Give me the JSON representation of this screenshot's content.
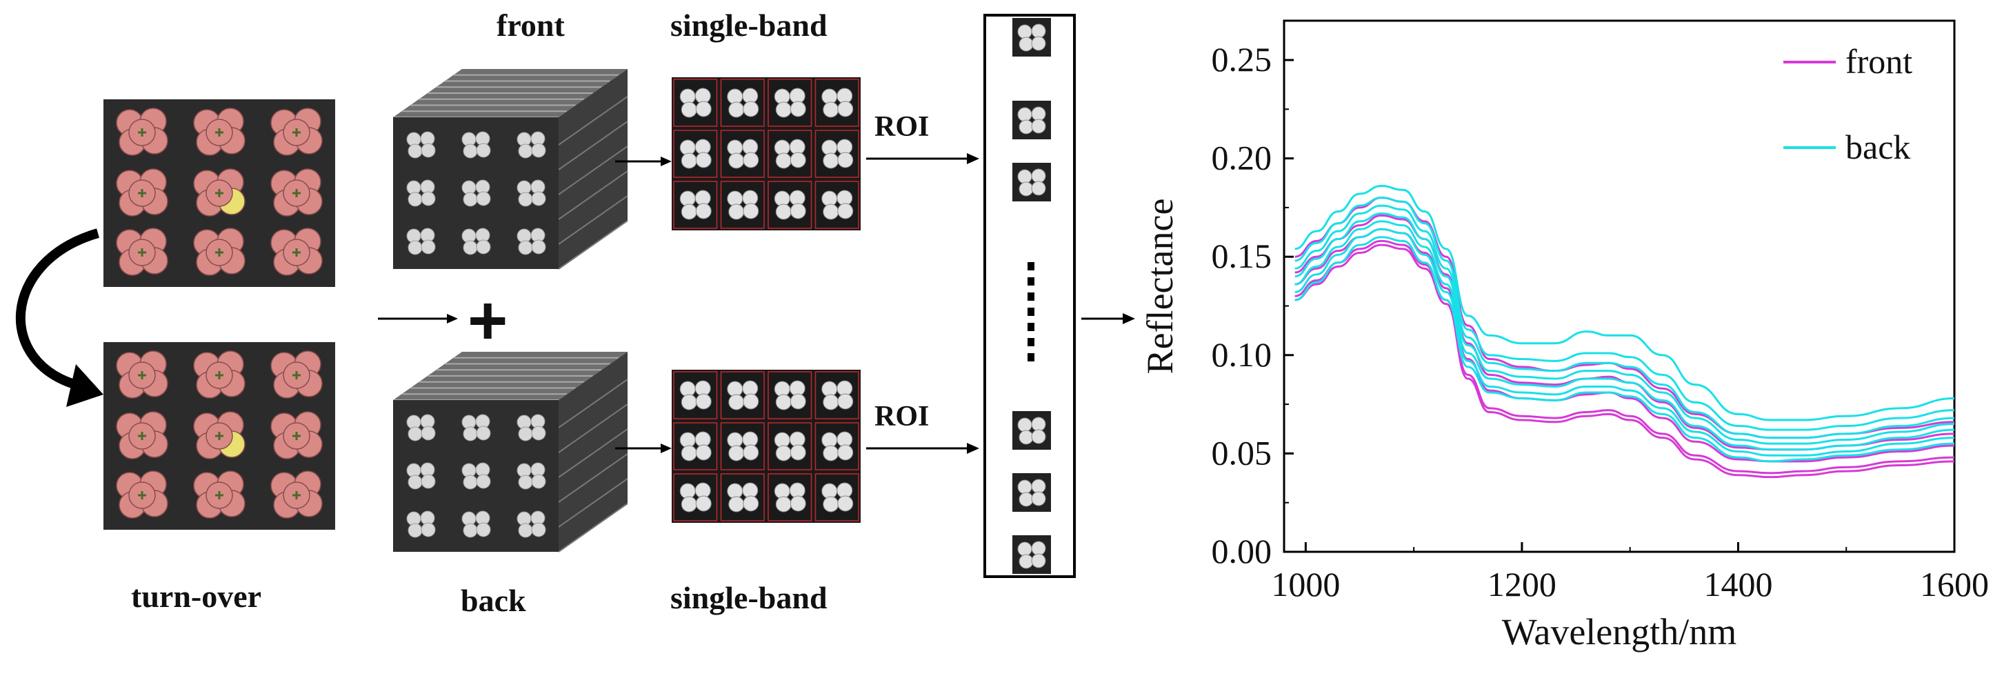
{
  "labels": {
    "turn_over": "turn-over",
    "front": "front",
    "back": "back",
    "single_band_top": "single-band",
    "single_band_bottom": "single-band",
    "roi_top": "ROI",
    "roi_bottom": "ROI",
    "plus": "+",
    "ellipsis": "⋮"
  },
  "colors": {
    "front_series": "#d63ad6",
    "back_series": "#19e0e8",
    "grape_pink": "#d98a86",
    "grape_yellow": "#e8e070",
    "background_dark": "#2b2b2b"
  },
  "chart_data": {
    "type": "line",
    "title": "",
    "xlabel": "Wavelength/nm",
    "ylabel": "Reflectance",
    "xlim": [
      980,
      1600
    ],
    "ylim": [
      0,
      0.27
    ],
    "xticks": [
      "1000",
      "1200",
      "1400",
      "1600"
    ],
    "yticks": [
      "0.00",
      "0.05",
      "0.10",
      "0.15",
      "0.20",
      "0.25"
    ],
    "legend": {
      "placement": "top-right",
      "entries": [
        "front",
        "back"
      ]
    },
    "grid": false,
    "x": [
      990,
      1010,
      1030,
      1050,
      1070,
      1090,
      1110,
      1130,
      1150,
      1170,
      1200,
      1230,
      1260,
      1280,
      1300,
      1330,
      1360,
      1400,
      1430,
      1460,
      1500,
      1550,
      1600
    ],
    "series": [
      {
        "name": "front",
        "group": "front",
        "values": [
          0.15,
          0.158,
          0.167,
          0.175,
          0.18,
          0.178,
          0.168,
          0.15,
          0.115,
          0.098,
          0.094,
          0.092,
          0.095,
          0.096,
          0.093,
          0.083,
          0.07,
          0.06,
          0.058,
          0.058,
          0.06,
          0.063,
          0.066
        ]
      },
      {
        "name": "front",
        "group": "front",
        "values": [
          0.142,
          0.15,
          0.159,
          0.166,
          0.171,
          0.169,
          0.159,
          0.141,
          0.106,
          0.09,
          0.086,
          0.085,
          0.088,
          0.089,
          0.086,
          0.076,
          0.063,
          0.053,
          0.052,
          0.052,
          0.054,
          0.057,
          0.06
        ]
      },
      {
        "name": "front",
        "group": "front",
        "values": [
          0.136,
          0.144,
          0.153,
          0.16,
          0.164,
          0.162,
          0.152,
          0.134,
          0.098,
          0.082,
          0.078,
          0.077,
          0.08,
          0.081,
          0.078,
          0.068,
          0.056,
          0.047,
          0.046,
          0.046,
          0.048,
          0.051,
          0.054
        ]
      },
      {
        "name": "front",
        "group": "front",
        "values": [
          0.13,
          0.138,
          0.147,
          0.154,
          0.158,
          0.156,
          0.146,
          0.128,
          0.09,
          0.073,
          0.069,
          0.068,
          0.071,
          0.072,
          0.069,
          0.06,
          0.049,
          0.041,
          0.04,
          0.041,
          0.043,
          0.046,
          0.048
        ]
      },
      {
        "name": "front",
        "group": "front",
        "values": [
          0.128,
          0.136,
          0.145,
          0.152,
          0.156,
          0.154,
          0.144,
          0.126,
          0.088,
          0.071,
          0.067,
          0.066,
          0.069,
          0.07,
          0.067,
          0.058,
          0.047,
          0.039,
          0.038,
          0.039,
          0.041,
          0.044,
          0.046
        ]
      },
      {
        "name": "back",
        "group": "back",
        "values": [
          0.154,
          0.163,
          0.173,
          0.182,
          0.186,
          0.184,
          0.173,
          0.154,
          0.12,
          0.11,
          0.106,
          0.106,
          0.112,
          0.11,
          0.11,
          0.1,
          0.085,
          0.07,
          0.067,
          0.067,
          0.069,
          0.073,
          0.078
        ]
      },
      {
        "name": "back",
        "group": "back",
        "values": [
          0.148,
          0.157,
          0.167,
          0.176,
          0.18,
          0.178,
          0.167,
          0.148,
          0.113,
          0.1,
          0.098,
          0.097,
          0.101,
          0.101,
          0.099,
          0.09,
          0.076,
          0.064,
          0.062,
          0.062,
          0.064,
          0.068,
          0.072
        ]
      },
      {
        "name": "back",
        "group": "back",
        "values": [
          0.144,
          0.153,
          0.163,
          0.172,
          0.176,
          0.174,
          0.163,
          0.144,
          0.109,
          0.096,
          0.093,
          0.092,
          0.096,
          0.096,
          0.094,
          0.085,
          0.071,
          0.06,
          0.058,
          0.058,
          0.06,
          0.064,
          0.068
        ]
      },
      {
        "name": "back",
        "group": "back",
        "values": [
          0.14,
          0.149,
          0.159,
          0.168,
          0.172,
          0.17,
          0.159,
          0.14,
          0.105,
          0.092,
          0.089,
          0.088,
          0.092,
          0.092,
          0.09,
          0.081,
          0.068,
          0.057,
          0.055,
          0.055,
          0.057,
          0.061,
          0.065
        ]
      },
      {
        "name": "back",
        "group": "back",
        "values": [
          0.136,
          0.145,
          0.155,
          0.164,
          0.168,
          0.166,
          0.155,
          0.136,
          0.101,
          0.088,
          0.085,
          0.084,
          0.088,
          0.088,
          0.086,
          0.077,
          0.064,
          0.054,
          0.052,
          0.052,
          0.054,
          0.058,
          0.062
        ]
      },
      {
        "name": "back",
        "group": "back",
        "values": [
          0.132,
          0.141,
          0.151,
          0.16,
          0.164,
          0.162,
          0.151,
          0.132,
          0.097,
          0.084,
          0.081,
          0.08,
          0.084,
          0.084,
          0.082,
          0.073,
          0.061,
          0.051,
          0.049,
          0.049,
          0.051,
          0.055,
          0.058
        ]
      },
      {
        "name": "back",
        "group": "back",
        "values": [
          0.128,
          0.137,
          0.147,
          0.156,
          0.16,
          0.158,
          0.147,
          0.128,
          0.094,
          0.081,
          0.078,
          0.077,
          0.081,
          0.081,
          0.079,
          0.07,
          0.058,
          0.048,
          0.046,
          0.047,
          0.049,
          0.052,
          0.055
        ]
      }
    ]
  }
}
